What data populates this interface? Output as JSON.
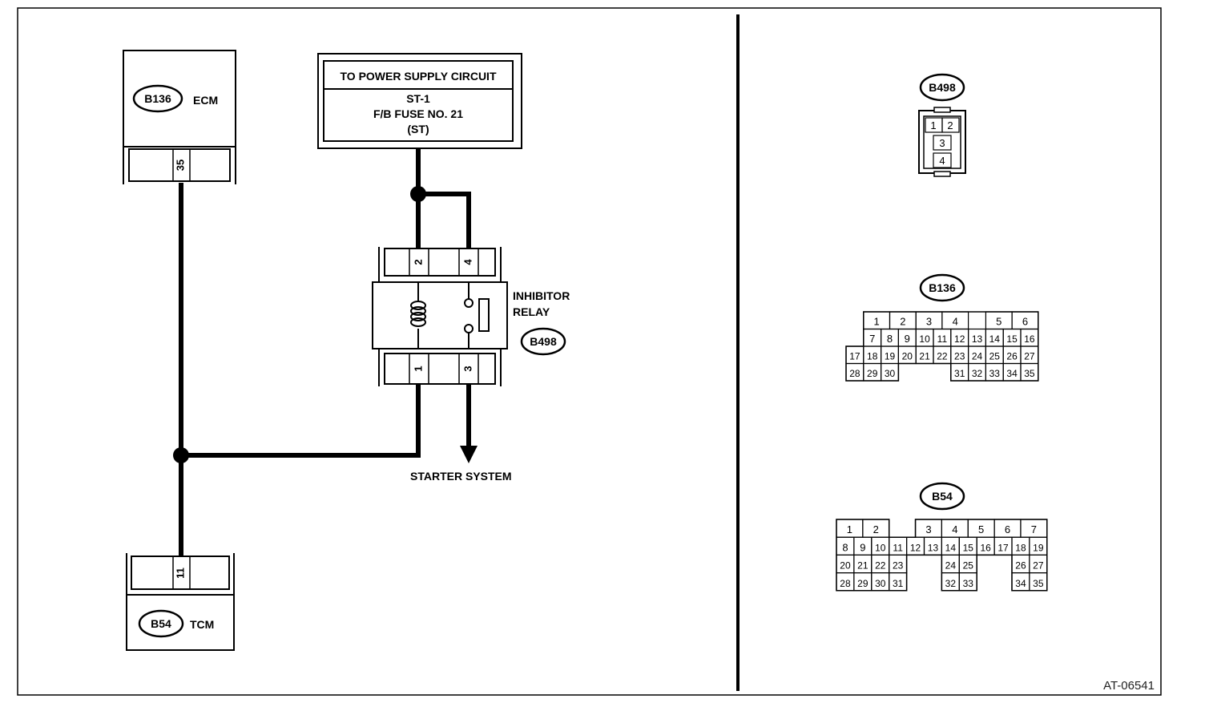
{
  "ecm": {
    "connector": "B136",
    "label": "ECM",
    "pin": "35"
  },
  "tcm": {
    "connector": "B54",
    "label": "TCM",
    "pin": "11"
  },
  "power": {
    "header": "TO POWER SUPPLY CIRCUIT",
    "line1": "ST-1",
    "line2": "F/B FUSE NO. 21",
    "line3": "(ST)"
  },
  "relay": {
    "label_line1": "INHIBITOR",
    "label_line2": "RELAY",
    "connector": "B498",
    "top_pins": [
      "2",
      "4"
    ],
    "bottom_pins": [
      "1",
      "3"
    ]
  },
  "starter": "STARTER SYSTEM",
  "connector_views": {
    "b498": {
      "label": "B498",
      "pins": [
        "1",
        "2",
        "3",
        "4"
      ]
    },
    "b136": {
      "label": "B136",
      "rows": [
        [
          "1",
          "2",
          "3",
          "4",
          "5",
          "6"
        ],
        [
          "7",
          "8",
          "9",
          "10",
          "11",
          "12",
          "13",
          "14",
          "15",
          "16"
        ],
        [
          "17",
          "18",
          "19",
          "20",
          "21",
          "22",
          "23",
          "24",
          "25",
          "26",
          "27"
        ],
        [
          "28",
          "29",
          "30",
          "31",
          "32",
          "33",
          "34",
          "35"
        ]
      ]
    },
    "b54": {
      "label": "B54",
      "rows": [
        [
          "1",
          "2",
          "3",
          "4",
          "5",
          "6",
          "7"
        ],
        [
          "8",
          "9",
          "10",
          "11",
          "12",
          "13",
          "14",
          "15",
          "16",
          "17",
          "18",
          "19"
        ],
        [
          "20",
          "21",
          "22",
          "23",
          "24",
          "25",
          "26",
          "27"
        ],
        [
          "28",
          "29",
          "30",
          "31",
          "32",
          "33",
          "34",
          "35"
        ]
      ]
    }
  },
  "figure_code": "AT-06541"
}
